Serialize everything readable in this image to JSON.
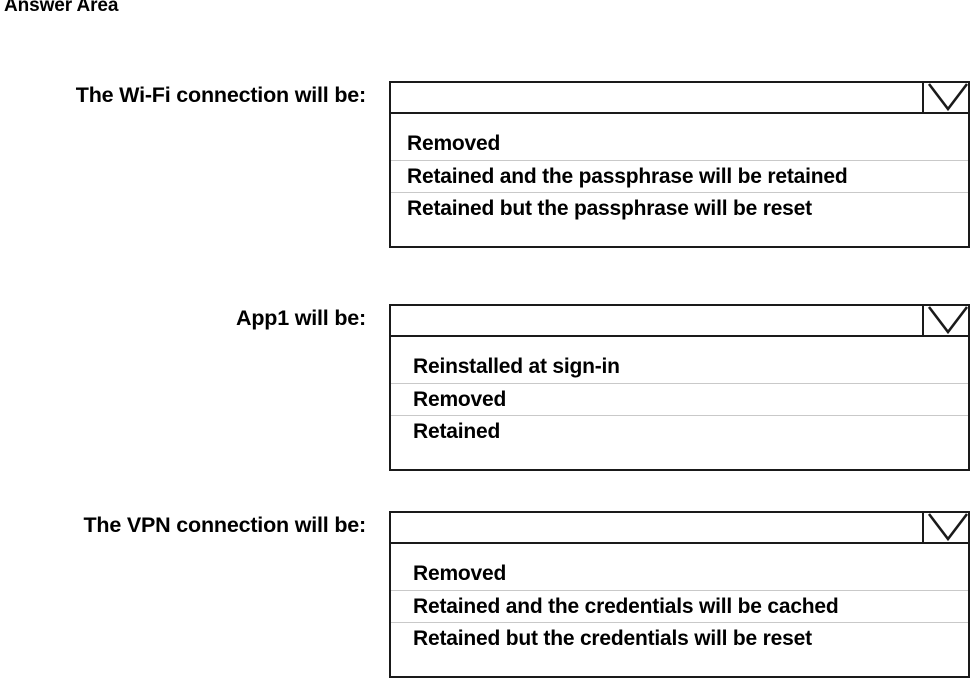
{
  "header": {
    "title": "Answer Area"
  },
  "arrow_icon": "chevron-down-icon",
  "colors": {
    "border": "#1a1a1a",
    "separator": "#c9c9c9",
    "background": "#ffffff",
    "text": "#000000"
  },
  "groups": [
    {
      "label": "The Wi-Fi connection will be:",
      "selected_value": "",
      "options": [
        "Removed",
        "Retained and the passphrase will be retained",
        "Retained but the passphrase will be reset"
      ]
    },
    {
      "label": "App1 will be:",
      "selected_value": "",
      "options": [
        "Reinstalled at sign-in",
        "Removed",
        "Retained"
      ]
    },
    {
      "label": "The VPN connection will be:",
      "selected_value": "",
      "options": [
        "Removed",
        "Retained and the credentials will be cached",
        "Retained but the credentials will be reset"
      ]
    }
  ]
}
